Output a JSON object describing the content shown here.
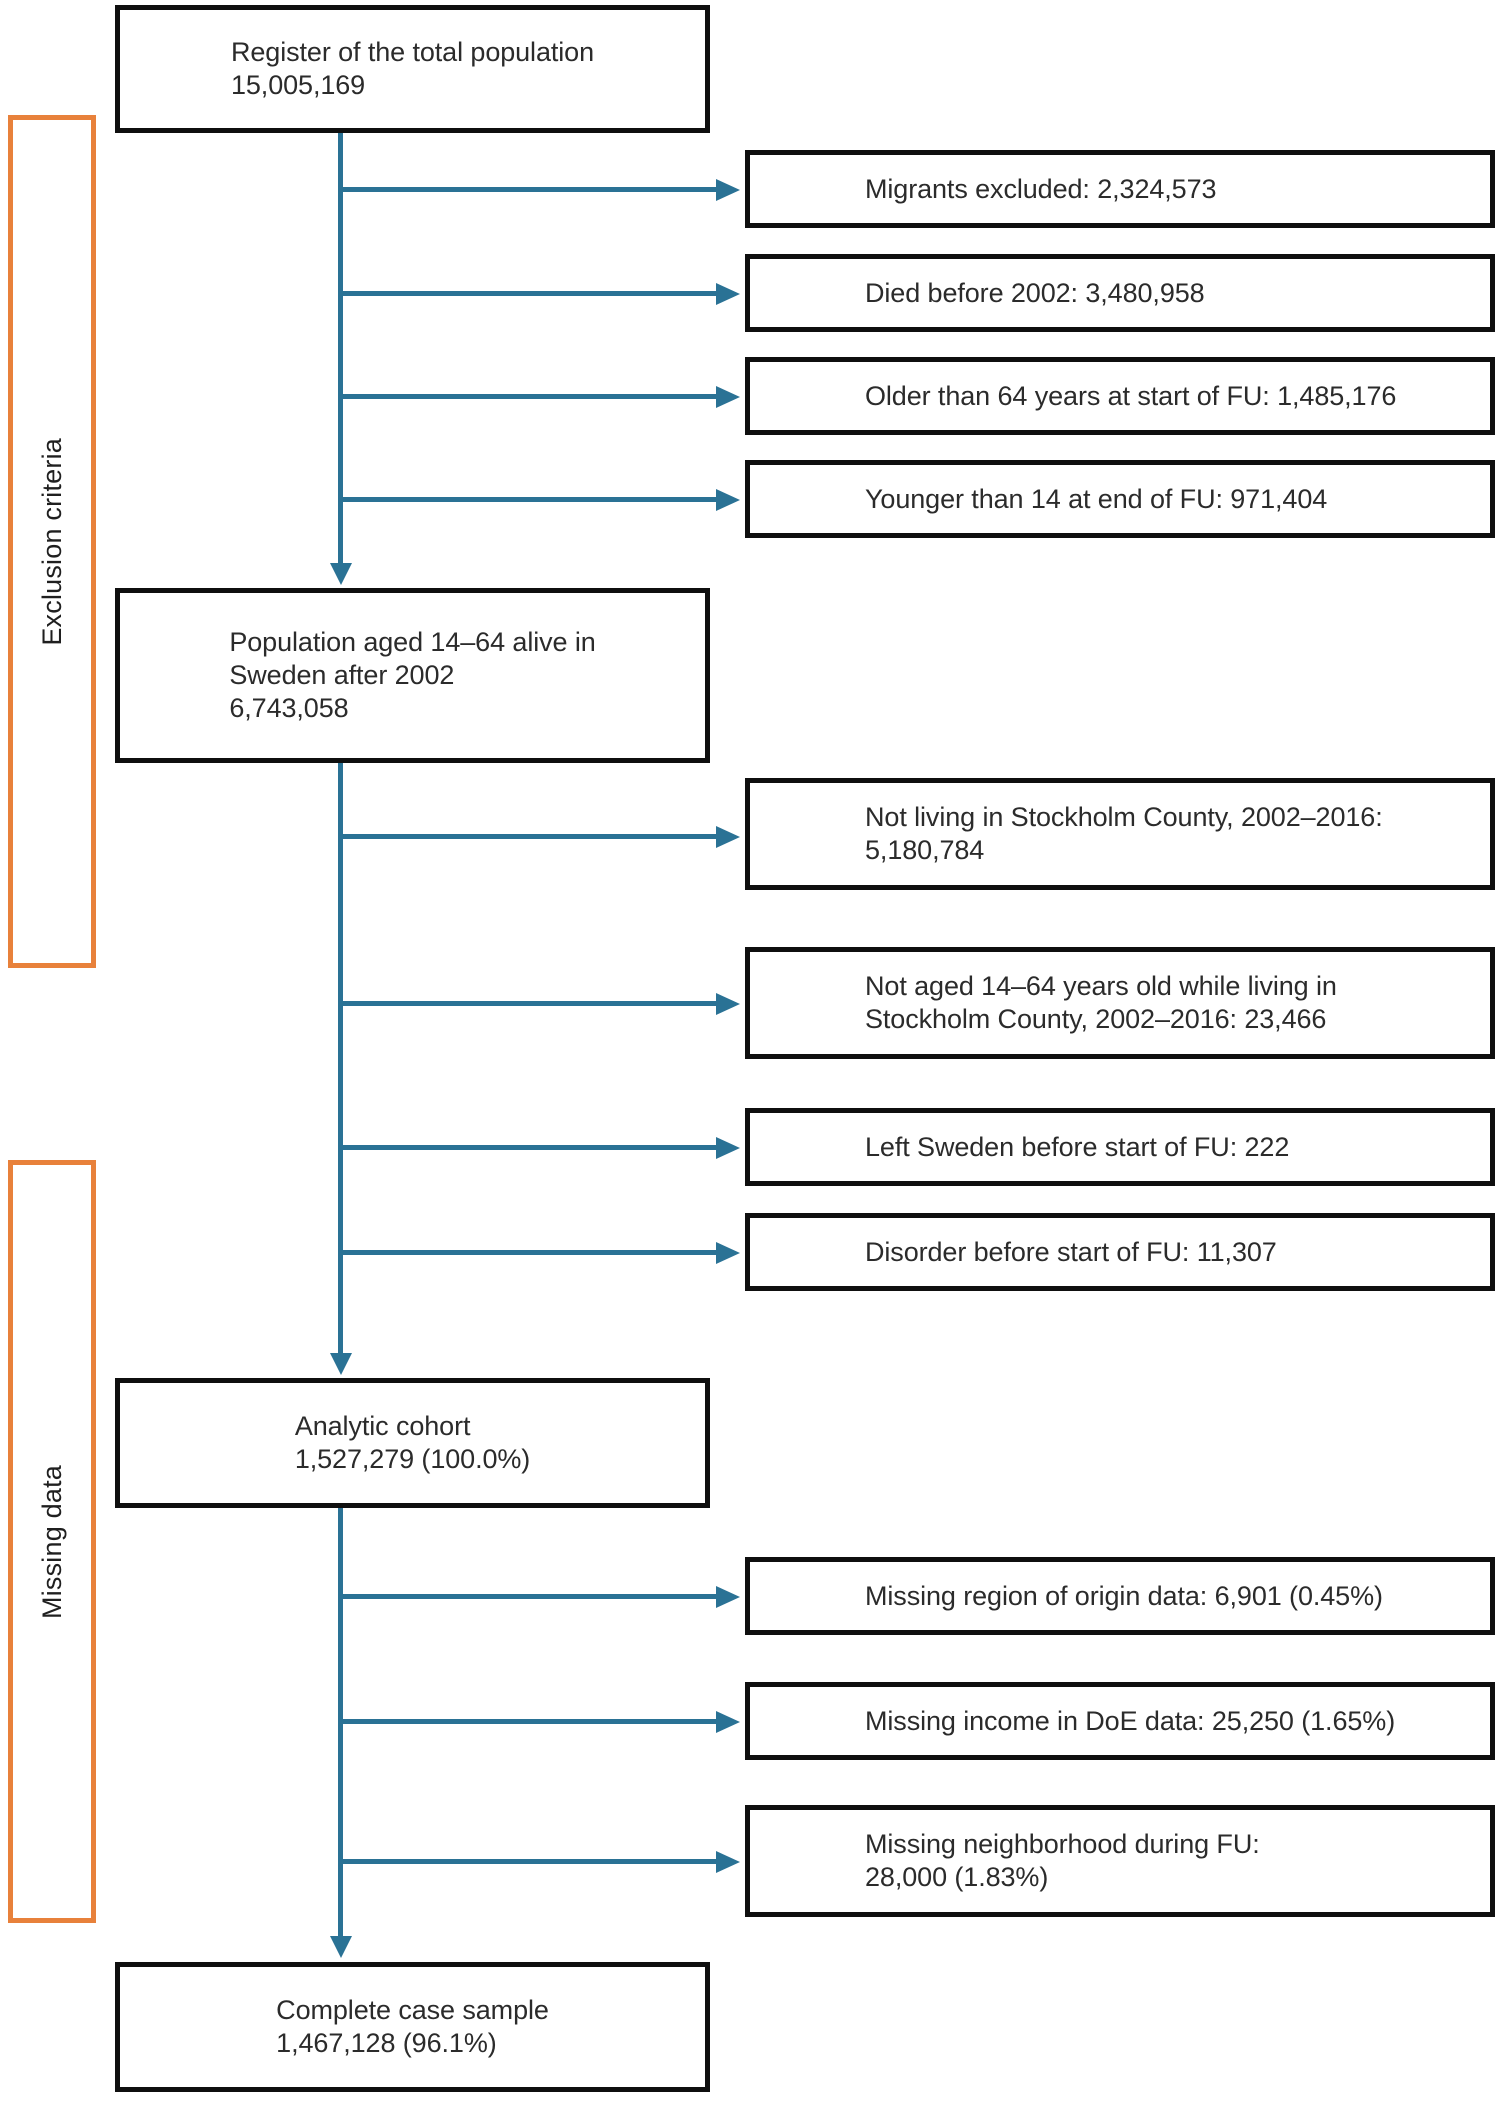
{
  "colors": {
    "accent_orange": "#e8813b",
    "arrow_teal": "#2a7295",
    "box_border": "#0f0f0f",
    "text": "#2b2b2b",
    "background": "#ffffff"
  },
  "side_labels": {
    "exclusion": "Exclusion criteria",
    "missing": "Missing data"
  },
  "flow_boxes": {
    "register": {
      "line1": "Register of the total population",
      "line2": "15,005,169"
    },
    "population": {
      "line1": "Population aged 14–64 alive in",
      "line2": "Sweden after 2002",
      "line3": "6,743,058"
    },
    "analytic": {
      "line1": "Analytic cohort",
      "line2": "1,527,279 (100.0%)"
    },
    "complete": {
      "line1": "Complete case sample",
      "line2": "1,467,128 (96.1%)"
    }
  },
  "exclusion_boxes": {
    "migrants": {
      "line1": "Migrants excluded: 2,324,573"
    },
    "died": {
      "line1": "Died before 2002: 3,480,958"
    },
    "older": {
      "line1": "Older than 64 years at start of FU: 1,485,176"
    },
    "younger": {
      "line1": "Younger than 14 at end of FU: 971,404"
    },
    "not_living": {
      "line1": "Not living in Stockholm County, 2002–2016:",
      "line2": "5,180,784"
    },
    "not_aged": {
      "line1": "Not aged 14–64 years old while living in",
      "line2": "Stockholm County, 2002–2016: 23,466"
    },
    "left_sweden": {
      "line1": "Left Sweden before start of FU: 222"
    },
    "disorder": {
      "line1": "Disorder before start of FU: 11,307"
    }
  },
  "missing_boxes": {
    "region": {
      "line1": "Missing region of origin data: 6,901 (0.45%)"
    },
    "income": {
      "line1": "Missing income in DoE data: 25,250 (1.65%)"
    },
    "neighborhood": {
      "line1": "Missing neighborhood during FU:",
      "line2": "28,000 (1.83%)"
    }
  }
}
